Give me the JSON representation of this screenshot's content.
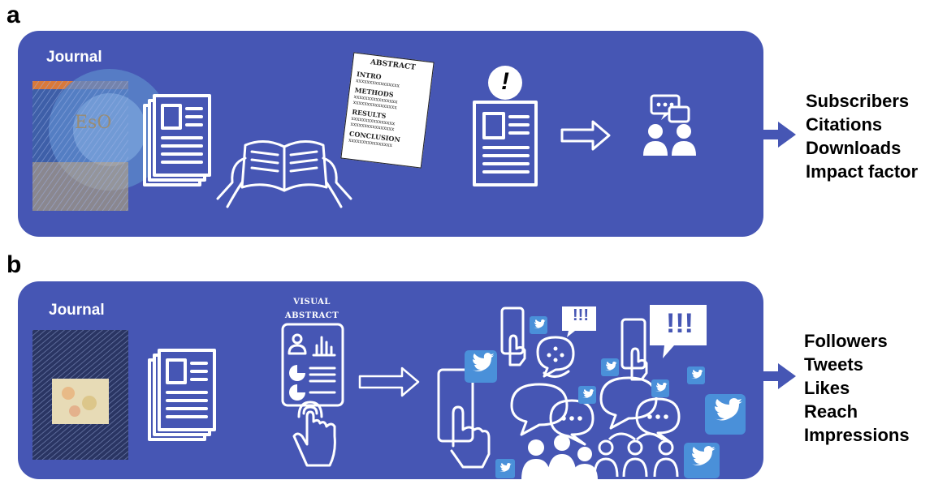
{
  "panel_a": {
    "letter": "a",
    "journal_label": "Journal",
    "abstract_card": {
      "title": "ABSTRACT",
      "sections": [
        "INTRO",
        "METHODS",
        "RESULTS",
        "CONCLUSION"
      ],
      "filler": "xxxxxxxxxxxxxxxx"
    },
    "alert_symbol": "!",
    "metrics": [
      "Subscribers",
      "Citations",
      "Downloads",
      "Impact factor"
    ],
    "colors": {
      "panel": "#4656b4",
      "arrow": "#4656b4"
    }
  },
  "panel_b": {
    "letter": "b",
    "journal_label": "Journal",
    "visual_abstract_title": [
      "VISUAL",
      "ABSTRACT"
    ],
    "exclaim_text": "!!!",
    "metrics": [
      "Followers",
      "Tweets",
      "Likes",
      "Reach",
      "Impressions"
    ],
    "colors": {
      "panel": "#4656b4",
      "twitter": "#4a90d9"
    }
  }
}
